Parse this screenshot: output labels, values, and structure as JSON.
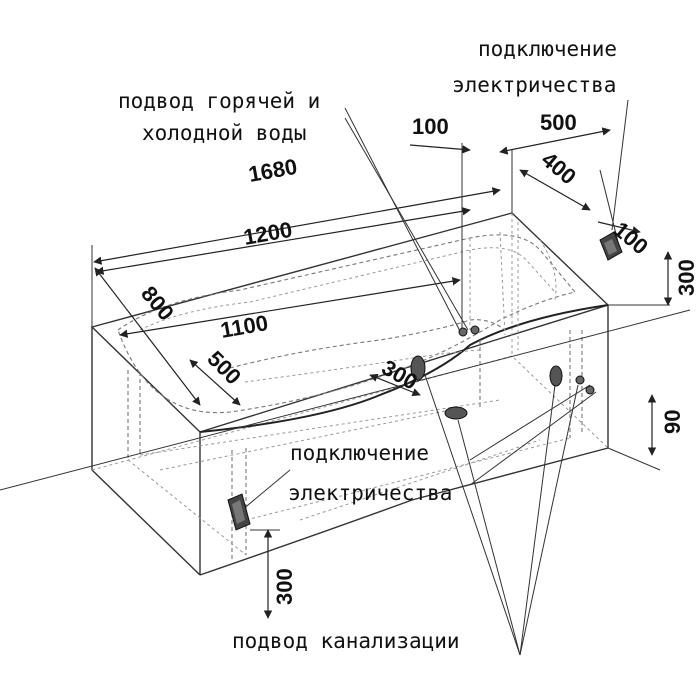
{
  "labels": {
    "electric_top_1": "подключение",
    "electric_top_2": "электричества",
    "water_1": "подвод горячей и",
    "water_2": "холодной воды",
    "electric_mid_1": "подключение",
    "electric_mid_2": "электричества",
    "drain": "подвод канализации"
  },
  "dimensions": {
    "d1680": "1680",
    "d1200": "1200",
    "d1100": "1100",
    "d800": "800",
    "d500_left": "500",
    "d300_mid": "300",
    "d100_top": "100",
    "d500_right": "500",
    "d400": "400",
    "d100_right": "100",
    "d300_right": "300",
    "d90": "90",
    "d300_bottom": "300"
  },
  "colors": {
    "line": "#222222",
    "hidden": "#777777",
    "socket": "#333333"
  }
}
